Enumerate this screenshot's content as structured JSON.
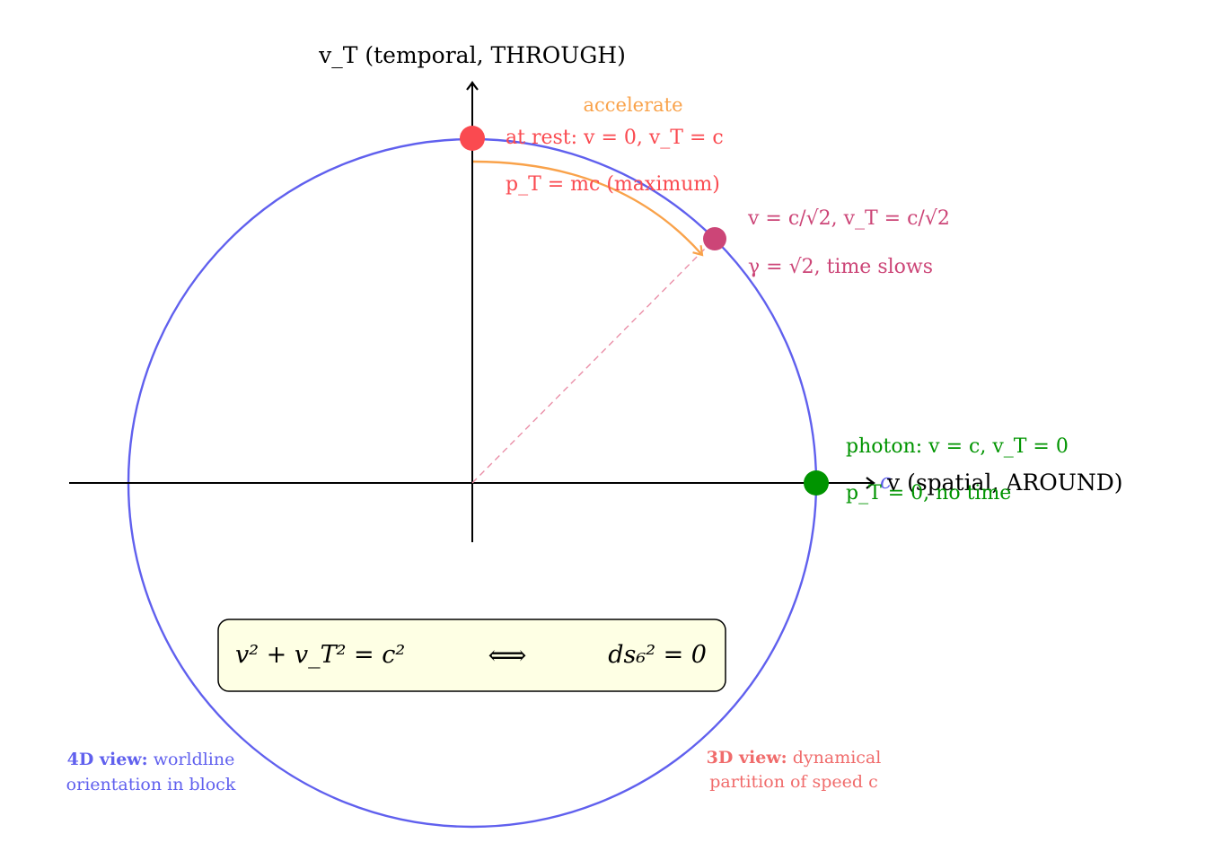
{
  "axes": {
    "vertical_label": "v_T (temporal, THROUGH)",
    "horizontal_label": "v (spatial, AROUND)",
    "circle_label": "c"
  },
  "arrow": {
    "label": "accelerate"
  },
  "points": {
    "rest": {
      "line1": "at rest: v = 0, v_T = c",
      "line2": "p_T = mc (maximum)"
    },
    "mid": {
      "line1": "v = c/√2, v_T = c/√2",
      "line2": "γ = √2, time slows"
    },
    "photon": {
      "line1": "photon: v = c, v_T = 0",
      "line2": "p_T = 0, no time"
    }
  },
  "equation": {
    "left": "v² + v_T² = c²",
    "arrow": "⟺",
    "right": "ds₆² = 0"
  },
  "notes": {
    "four_d": {
      "bold": "4D view:",
      "rest": "worldline",
      "line2": "orientation in block"
    },
    "three_d": {
      "bold": "3D view:",
      "rest": "dynamical",
      "line2": "partition of speed c"
    }
  },
  "colors": {
    "circle": "#6060ee",
    "rest": "#fa4a50",
    "mid": "#cc4577",
    "photon": "#009400",
    "arrow": "#f9a24a",
    "dash": "#ea8fa8",
    "box_fill": "#feffe4"
  }
}
